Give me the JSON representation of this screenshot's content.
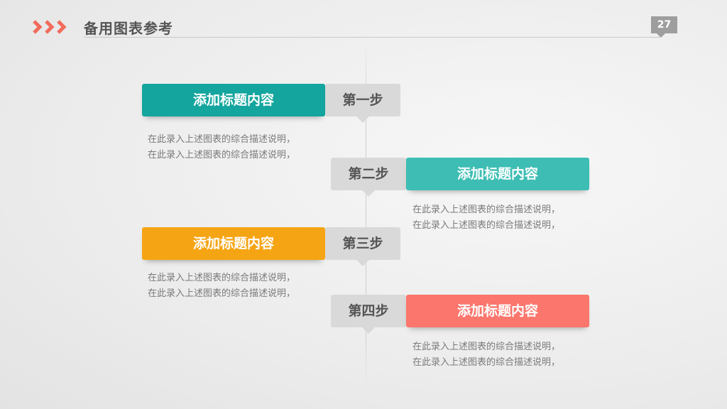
{
  "header": {
    "title": "备用图表参考",
    "page_number": "27",
    "accent_color": "#f26b5b"
  },
  "steps": [
    {
      "label": "第一步",
      "title": "添加标题内容",
      "color": "#13a59e",
      "desc": [
        "在此录入上述图表的综合描述说明，",
        "在此录入上述图表的综合描述说明，"
      ]
    },
    {
      "label": "第二步",
      "title": "添加标题内容",
      "color": "#3dbdb4",
      "desc": [
        "在此录入上述图表的综合描述说明，",
        "在此录入上述图表的综合描述说明，"
      ]
    },
    {
      "label": "第三步",
      "title": "添加标题内容",
      "color": "#f5a414",
      "desc": [
        "在此录入上述图表的综合描述说明，",
        "在此录入上述图表的综合描述说明，"
      ]
    },
    {
      "label": "第四步",
      "title": "添加标题内容",
      "color": "#fb766c",
      "desc": [
        "在此录入上述图表的综合描述说明，",
        "在此录入上述图表的综合描述说明，"
      ]
    }
  ]
}
